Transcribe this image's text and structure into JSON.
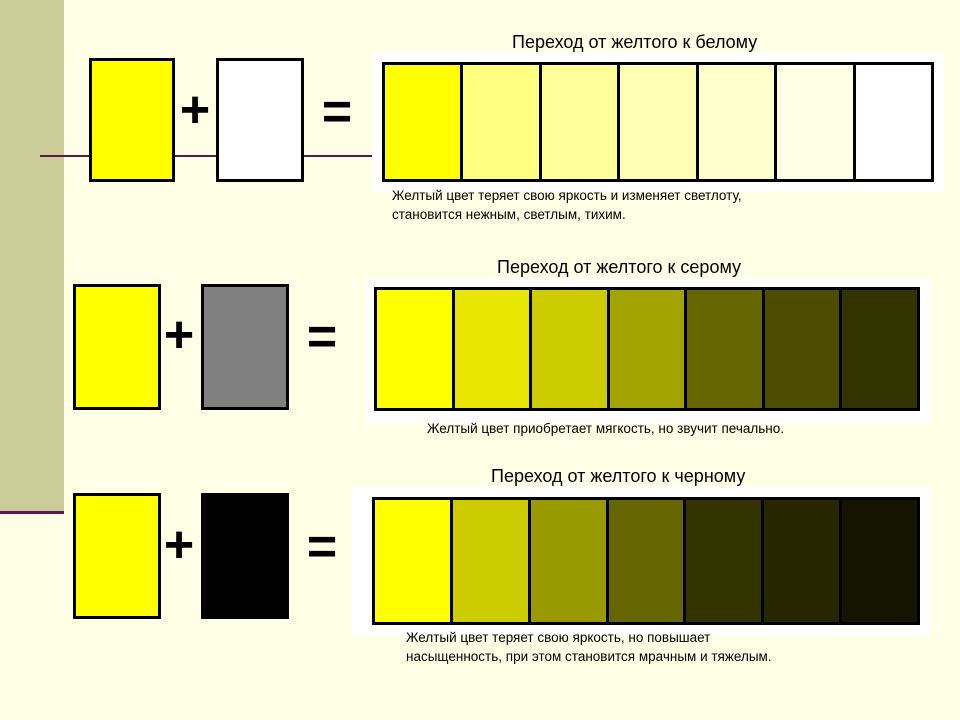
{
  "colors": {
    "yellow": "#FFFF00",
    "white": "#FFFFFF",
    "gray": "#808080",
    "black": "#000000"
  },
  "plus_symbol": "+",
  "equals_symbol": "=",
  "rows": [
    {
      "title": "Переход от желтого к белому",
      "mix_color": "white",
      "gradient": [
        "#FFFF00",
        "#FFFF80",
        "#FFFF99",
        "#FFFFB3",
        "#FFFFCC",
        "#FFFFE5",
        "#FFFFFF"
      ],
      "description_lines": [
        "Желтый цвет теряет свою яркость и изменяет светлоту,",
        "становится нежным, светлым, тихим."
      ]
    },
    {
      "title": "Переход от желтого к серому",
      "mix_color": "gray",
      "gradient": [
        "#FFFF00",
        "#E6E600",
        "#CCCC00",
        "#A3A300",
        "#666600",
        "#4D4D00",
        "#333300"
      ],
      "description_lines": [
        "Желтый цвет приобретает мягкость, но звучит печально."
      ]
    },
    {
      "title": "Переход от желтого к черному",
      "mix_color": "black",
      "gradient": [
        "#FFFF00",
        "#CCCC00",
        "#999900",
        "#666600",
        "#333300",
        "#262600",
        "#141400"
      ],
      "description_lines": [
        "Желтый цвет теряет свою яркость, но повышает",
        "насыщенность, при этом становится мрачным и тяжелым."
      ]
    }
  ]
}
